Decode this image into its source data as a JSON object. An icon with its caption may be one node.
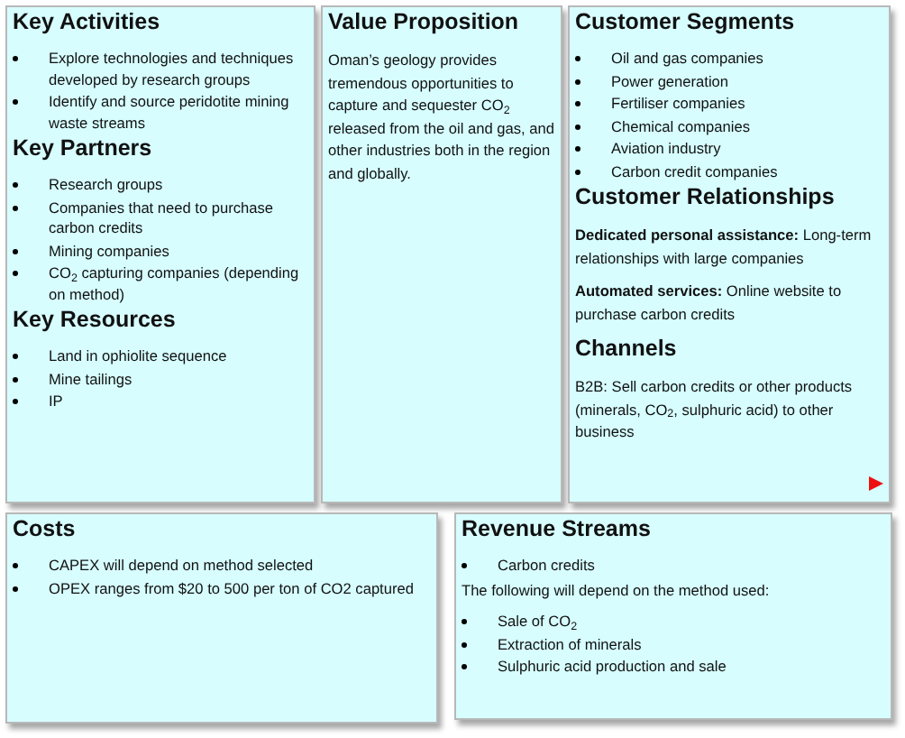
{
  "diagram": {
    "nodes": [
      {
        "text": [
          "Key Activities",
          "Explore technologies and techniques developed by research groups",
          "Identify and source peridotite mining waste streams",
          "Key Partners",
          "Research groups",
          "Companies that need to purchase carbon credits",
          "Mining companies",
          "CO$_{2}$ capturing companies (depending on method)",
          "Key Resources",
          "Land in ophiolite sequence",
          "Mine tailings",
          "IP"
        ]
      },
      {
        "text": [
          "Value Proposition",
          "Oman’s geology provides tremendous opportunities to capture and sequester CO$_{2}$ released from the oil and gas, and other industries both in the region and globally."
        ]
      },
      {
        "text": [
          "Customer Segments",
          "Oil and gas companies",
          "Power generation",
          "Fertiliser companies",
          "Chemical companies",
          "Aviation industry",
          "Carbon credit companies",
          "Customer Relationships",
          "**Dedicated personal assistance:** Long-term relationships with large companies",
          "**Automated services:** Online website to purchase carbon credits",
          "Channels",
          "B2B: Sell carbon credits or other products (minerals, CO$_{2}$, sulphuric acid) to other business"
        ]
      },
      {
        "text": [
          "Costs",
          "CAPEX will depend on method selected",
          "OPEX ranges from $20 to 500 per ton of CO2 captured"
        ]
      },
      {
        "text": [
          "Revenue Streams",
          "Carbon credits",
          "The following will depend on the method used:",
          "Sale of CO$_{2}$",
          "Extraction of minerals",
          "Sulphuric acid production and sale"
        ]
      }
    ]
  }
}
